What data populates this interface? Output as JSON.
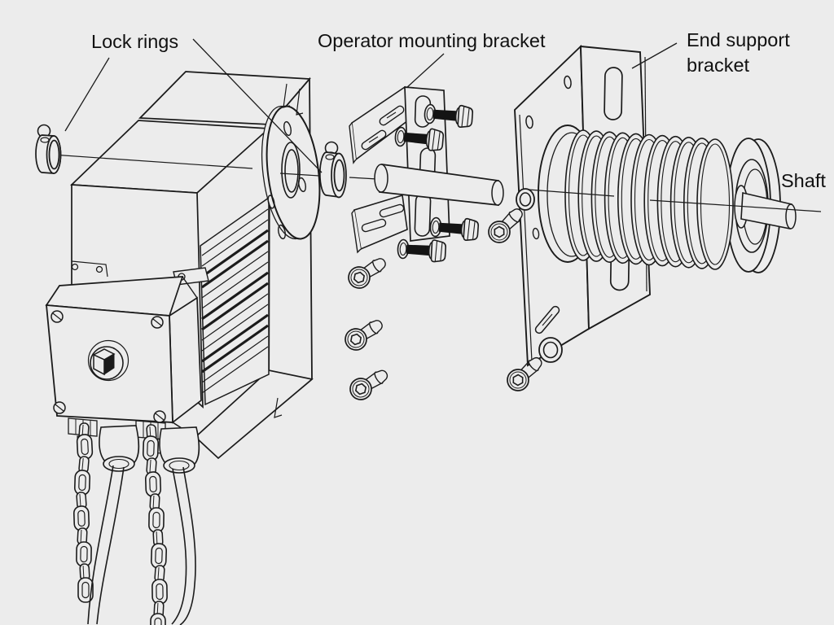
{
  "diagram": {
    "type": "exploded-assembly-line-drawing",
    "background_color": "#ececec",
    "line_color": "#1b1b1b",
    "labels": {
      "lock_rings": "Lock rings",
      "operator_mounting_bracket": "Operator mounting bracket",
      "end_support_bracket_line1": "End support",
      "end_support_bracket_line2": "bracket",
      "shaft": "Shaft"
    },
    "parts": [
      "operator-drive-unit",
      "control-box",
      "hand-chains",
      "cables",
      "lock-ring-left",
      "lock-ring-right",
      "operator-mounting-bracket-angles",
      "carriage-bolts",
      "socket-head-screws",
      "drive-shaft-rod",
      "end-support-bracket",
      "torsion-spring",
      "shaft-end"
    ]
  }
}
